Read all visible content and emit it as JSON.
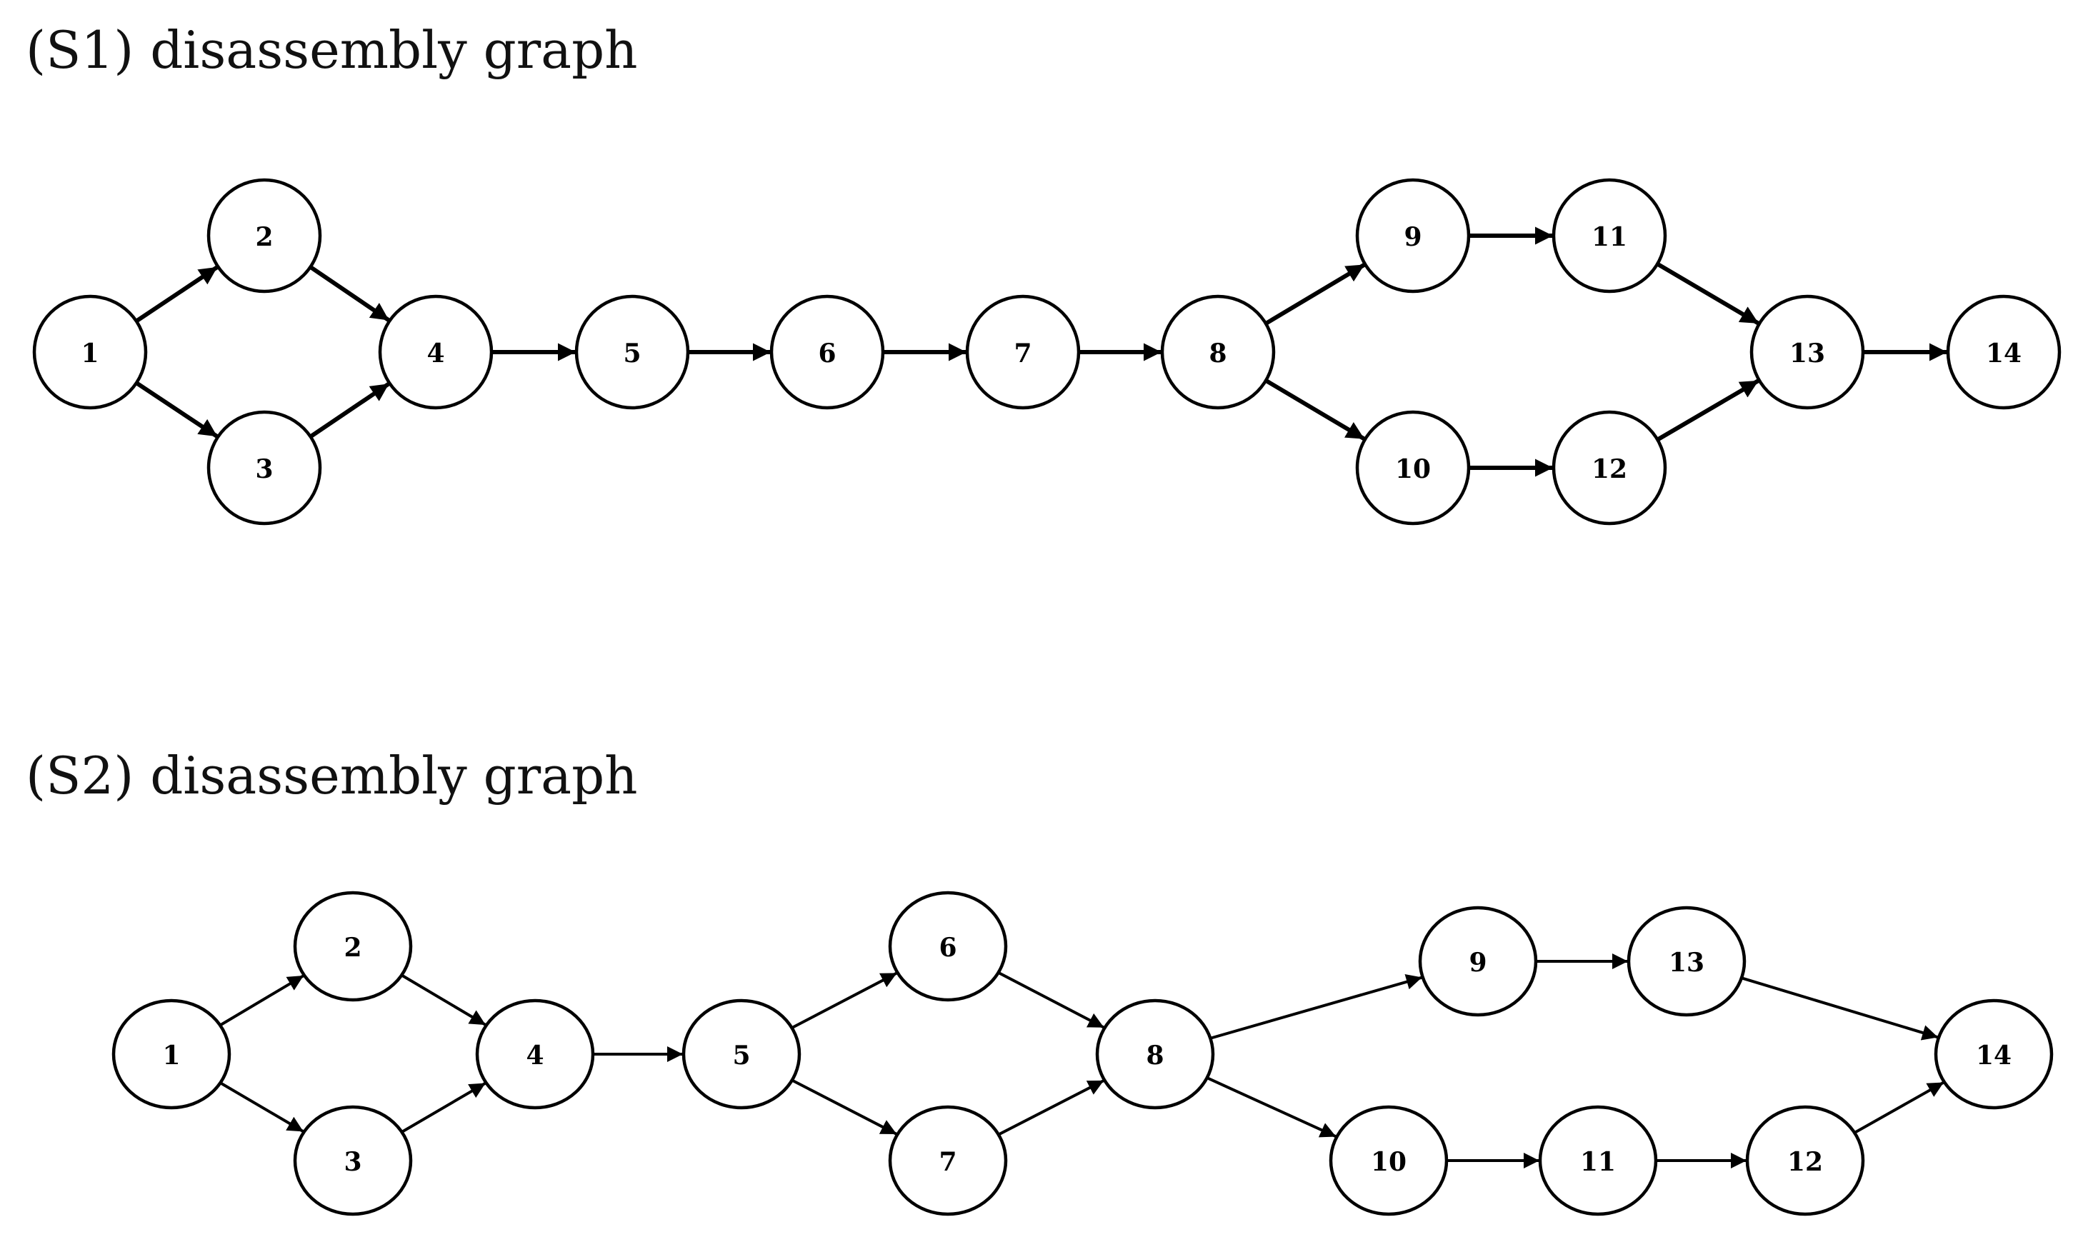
{
  "graphs": [
    {
      "id": "s1",
      "title": "(S1) disassembly graph",
      "nodes": [
        {
          "id": "1",
          "label": "1"
        },
        {
          "id": "2",
          "label": "2"
        },
        {
          "id": "3",
          "label": "3"
        },
        {
          "id": "4",
          "label": "4"
        },
        {
          "id": "5",
          "label": "5"
        },
        {
          "id": "6",
          "label": "6"
        },
        {
          "id": "7",
          "label": "7"
        },
        {
          "id": "8",
          "label": "8"
        },
        {
          "id": "9",
          "label": "9"
        },
        {
          "id": "10",
          "label": "10"
        },
        {
          "id": "11",
          "label": "11"
        },
        {
          "id": "12",
          "label": "12"
        },
        {
          "id": "13",
          "label": "13"
        },
        {
          "id": "14",
          "label": "14"
        }
      ],
      "edges": [
        [
          "1",
          "2"
        ],
        [
          "1",
          "3"
        ],
        [
          "2",
          "4"
        ],
        [
          "3",
          "4"
        ],
        [
          "4",
          "5"
        ],
        [
          "5",
          "6"
        ],
        [
          "6",
          "7"
        ],
        [
          "7",
          "8"
        ],
        [
          "8",
          "9"
        ],
        [
          "8",
          "10"
        ],
        [
          "9",
          "11"
        ],
        [
          "10",
          "12"
        ],
        [
          "11",
          "13"
        ],
        [
          "12",
          "13"
        ],
        [
          "13",
          "14"
        ]
      ]
    },
    {
      "id": "s2",
      "title": "(S2) disassembly graph",
      "nodes": [
        {
          "id": "1",
          "label": "1"
        },
        {
          "id": "2",
          "label": "2"
        },
        {
          "id": "3",
          "label": "3"
        },
        {
          "id": "4",
          "label": "4"
        },
        {
          "id": "5",
          "label": "5"
        },
        {
          "id": "6",
          "label": "6"
        },
        {
          "id": "7",
          "label": "7"
        },
        {
          "id": "8",
          "label": "8"
        },
        {
          "id": "9",
          "label": "9"
        },
        {
          "id": "10",
          "label": "10"
        },
        {
          "id": "11",
          "label": "11"
        },
        {
          "id": "12",
          "label": "12"
        },
        {
          "id": "13",
          "label": "13"
        },
        {
          "id": "14",
          "label": "14"
        }
      ],
      "edges": [
        [
          "1",
          "2"
        ],
        [
          "1",
          "3"
        ],
        [
          "2",
          "4"
        ],
        [
          "3",
          "4"
        ],
        [
          "4",
          "5"
        ],
        [
          "5",
          "6"
        ],
        [
          "5",
          "7"
        ],
        [
          "6",
          "8"
        ],
        [
          "7",
          "8"
        ],
        [
          "8",
          "9"
        ],
        [
          "8",
          "10"
        ],
        [
          "9",
          "13"
        ],
        [
          "13",
          "14"
        ],
        [
          "10",
          "11"
        ],
        [
          "11",
          "12"
        ],
        [
          "12",
          "14"
        ]
      ]
    }
  ]
}
